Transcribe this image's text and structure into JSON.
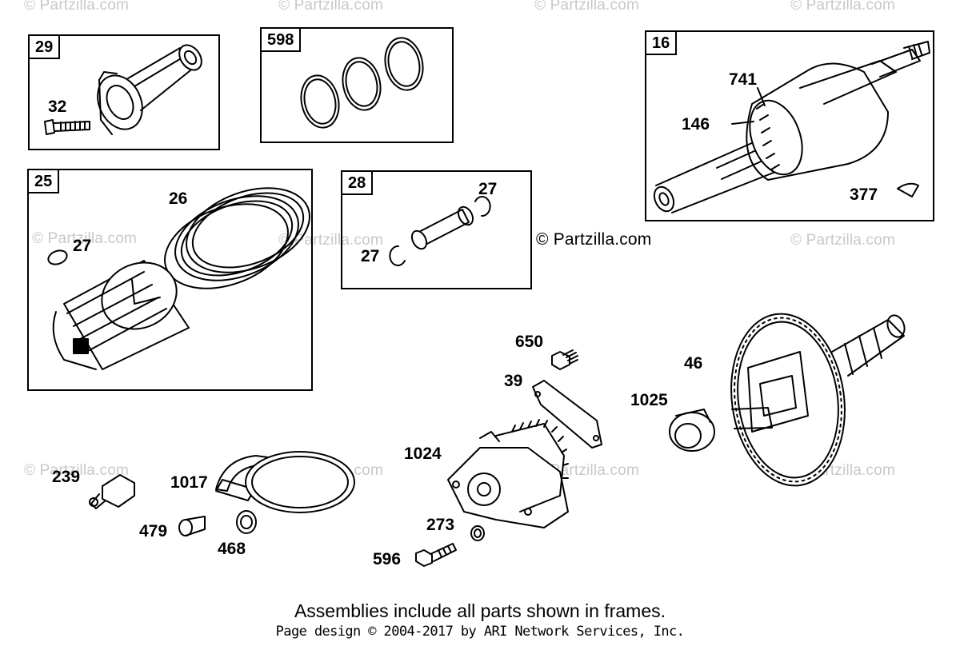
{
  "watermark_text": "© Partzilla.com",
  "watermark_prominent": "© Partzilla.com",
  "frames": {
    "conn_rod": "29",
    "rings_598": "598",
    "crankshaft": "16",
    "piston": "25",
    "pin": "28"
  },
  "labels": {
    "p32": "32",
    "p741": "741",
    "p146": "146",
    "p377": "377",
    "p26": "26",
    "p27a": "27",
    "p27b": "27",
    "p27c": "27",
    "p650": "650",
    "p39": "39",
    "p46": "46",
    "p1025": "1025",
    "p1024": "1024",
    "p239": "239",
    "p1017": "1017",
    "p479": "479",
    "p468": "468",
    "p273": "273",
    "p596": "596"
  },
  "footer": {
    "note": "Assemblies include all parts shown in frames.",
    "copyright": "Page design © 2004-2017 by ARI Network Services, Inc."
  }
}
